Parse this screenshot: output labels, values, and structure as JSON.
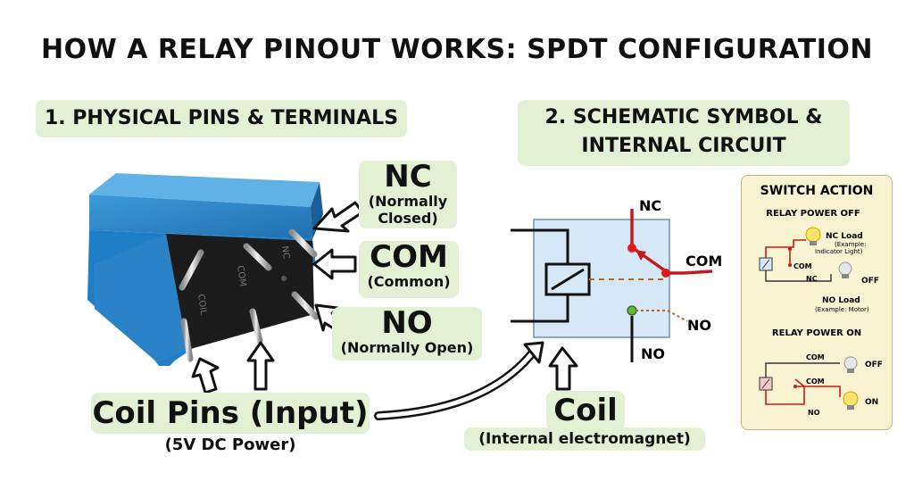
{
  "title": "HOW A RELAY PINOUT WORKS: SPDT CONFIGURATION",
  "section1": {
    "label": "1. PHYSICAL PINS & TERMINALS"
  },
  "section2": {
    "line1": "2. SCHEMATIC SYMBOL &",
    "line2": "INTERNAL CIRCUIT"
  },
  "relay_body": {
    "pin_markings": [
      "COIL",
      "COM",
      "NC"
    ],
    "colors": {
      "body": "#2a83c6",
      "base": "#1f1f1f"
    }
  },
  "pins": {
    "nc": {
      "name": "NC",
      "desc_line1": "(Normally",
      "desc_line2": "Closed)"
    },
    "com": {
      "name": "COM",
      "desc": "(Common)"
    },
    "no": {
      "name": "NO",
      "desc": "(Normally Open)"
    }
  },
  "coil_pins": {
    "label": "Coil Pins (Input)",
    "desc": "(5V DC Power)"
  },
  "schematic": {
    "nc_label": "NC",
    "com_label": "COM",
    "no_label": "NO",
    "colors": {
      "box": "#d6e8f7",
      "nc_contact": "#e11a1a",
      "no_contact": "#66b833",
      "link": "#b5651d"
    }
  },
  "coil": {
    "label": "Coil",
    "desc": "(Internal electromagnet)"
  },
  "switch_action": {
    "title": "SWITCH ACTION",
    "power_off": {
      "heading": "RELAY POWER OFF",
      "nc_load": "NC Load",
      "nc_example": "(Example:",
      "nc_example2": "Indicator Light)",
      "com": "COM",
      "nc": "NC",
      "off": "OFF",
      "no_load": "NO Load",
      "no_example": "(Example: Motor)"
    },
    "power_on": {
      "heading": "RELAY POWER ON",
      "com_top": "COM",
      "off": "OFF",
      "com_bottom": "COM",
      "on": "ON",
      "no": "NO"
    }
  },
  "colors": {
    "label_bg": "#e3f0d3",
    "panel_bg": "#faf3d2",
    "wire_red": "#c41a1a"
  }
}
